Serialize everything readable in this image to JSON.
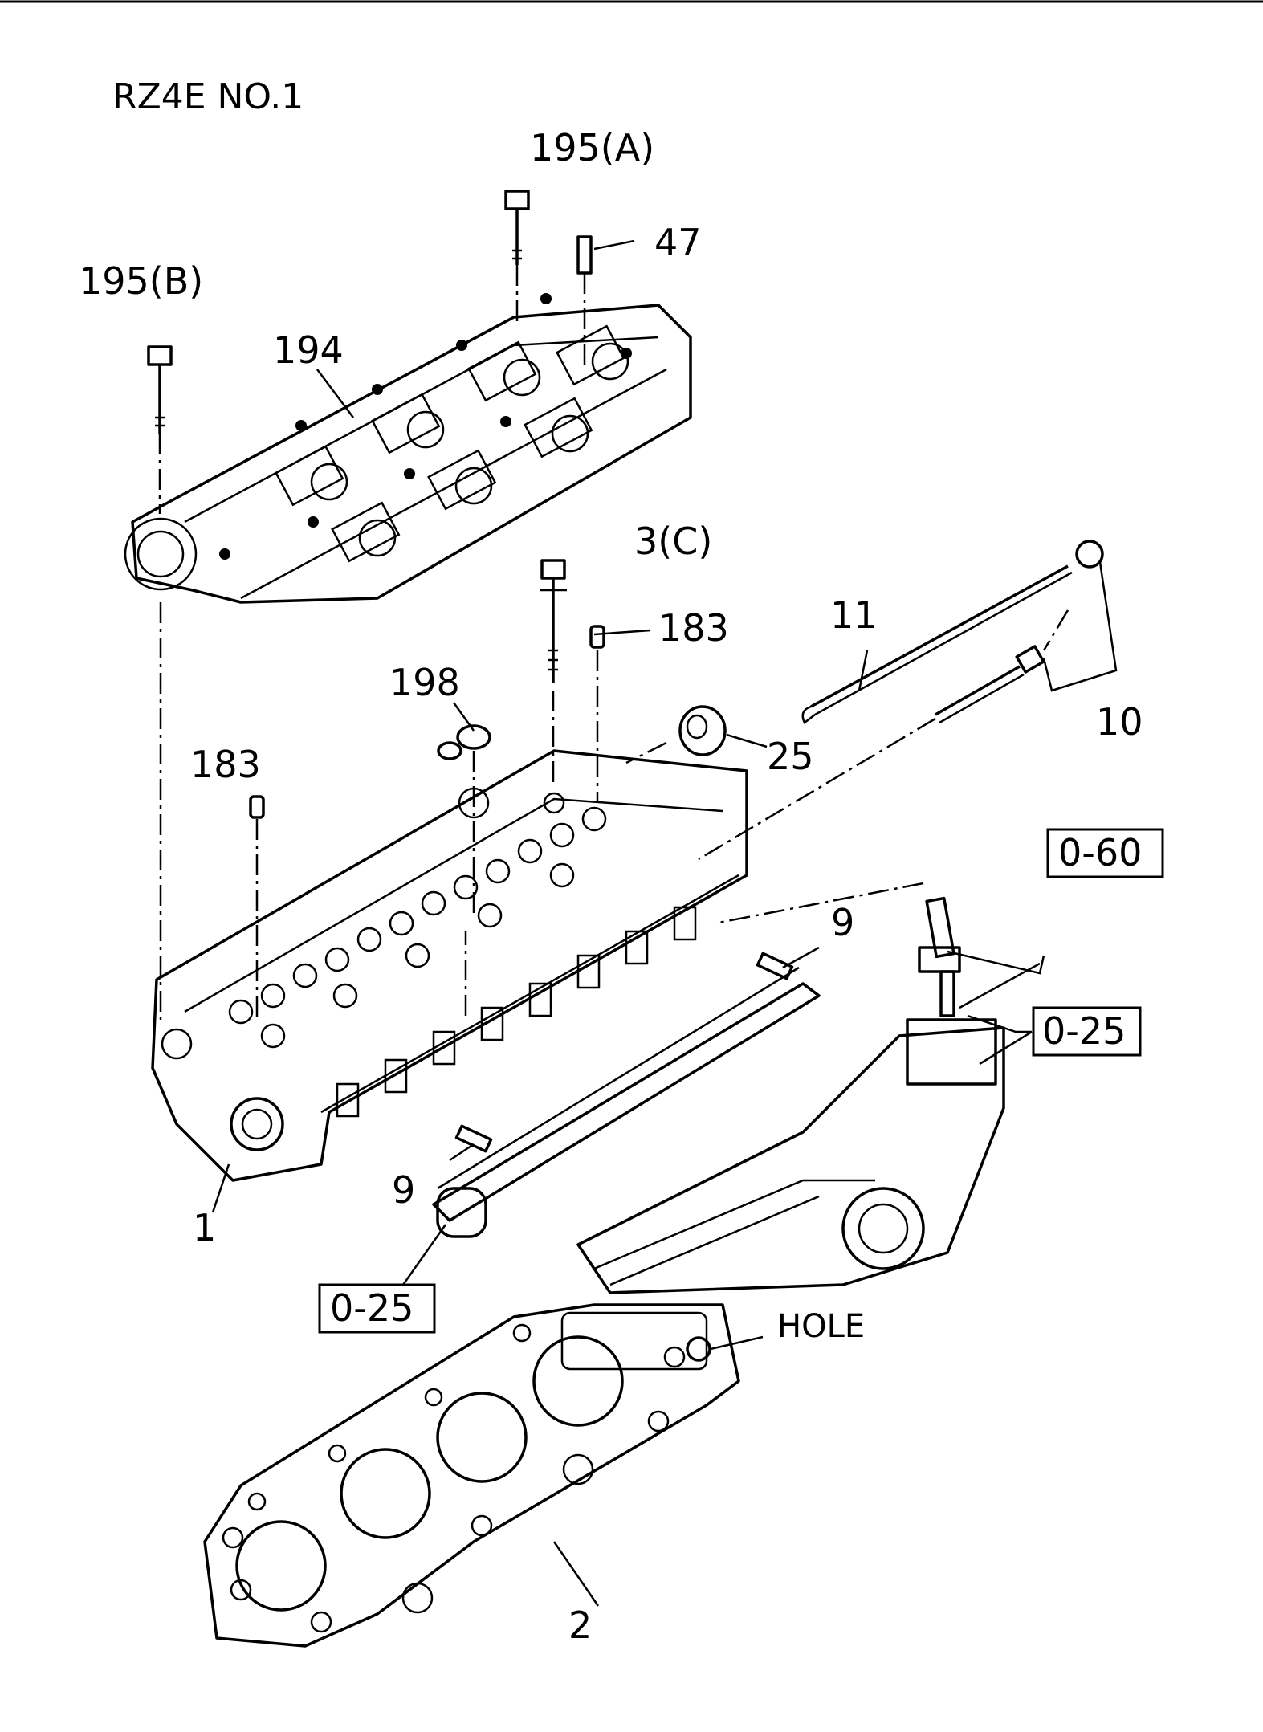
{
  "title": "RZ4E NO.1",
  "labels": {
    "p195a": "195(A)",
    "p47": "47",
    "p195b": "195(B)",
    "p194": "194",
    "p3c": "3(C)",
    "p183_top": "183",
    "p11": "11",
    "p198": "198",
    "p25": "25",
    "p10": "10",
    "p183_left": "183",
    "p9_right": "9",
    "p9_left": "9",
    "p1": "1",
    "p2": "2",
    "hole": "HOLE"
  },
  "ref_boxes": {
    "r060": "0-60",
    "r025_right": "0-25",
    "r025_left": "0-25"
  }
}
